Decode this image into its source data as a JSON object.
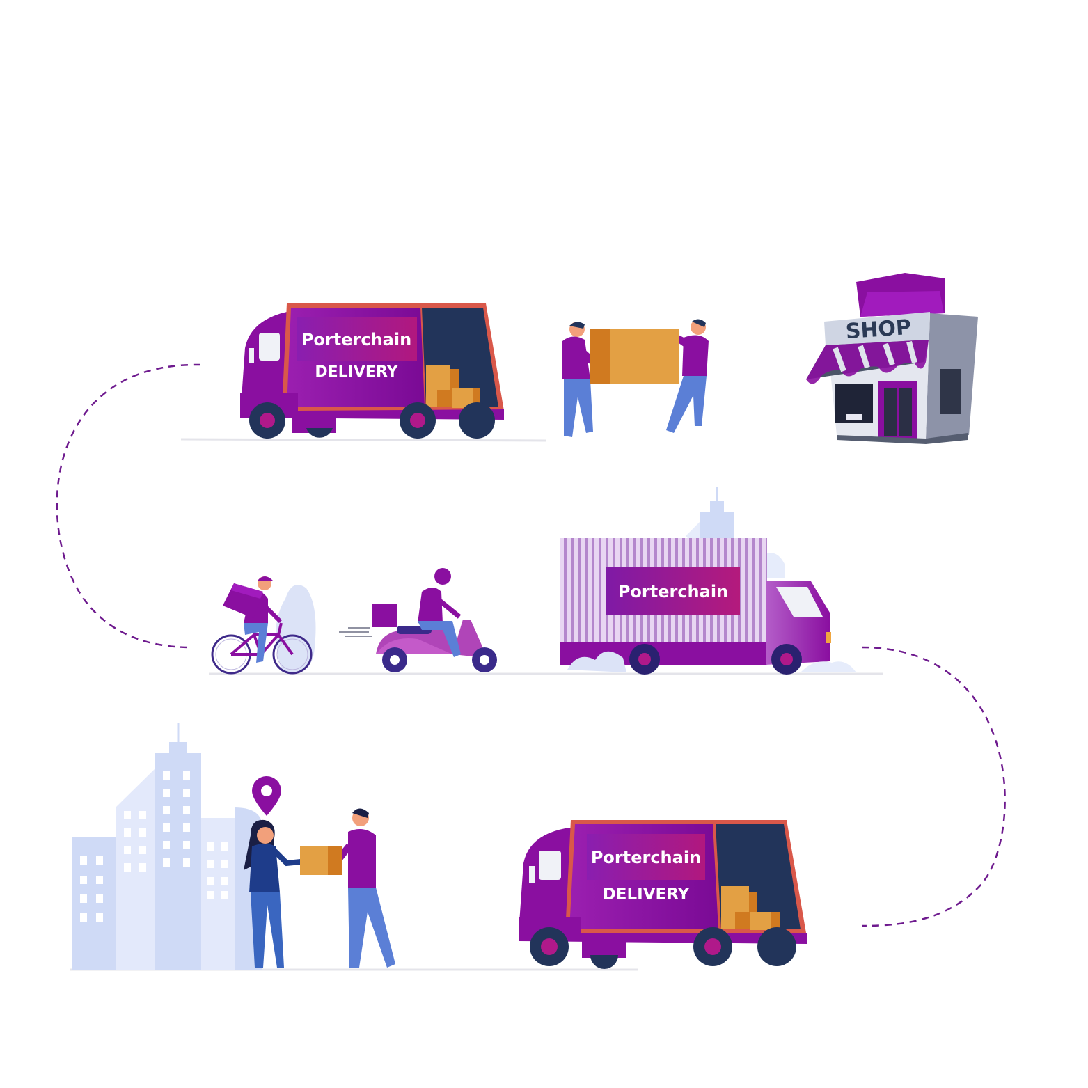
{
  "illustration": {
    "truck_top": {
      "brand": "Porterchain",
      "service": "DELIVERY"
    },
    "truck_middle": {
      "brand": "Porterchain"
    },
    "truck_bottom": {
      "brand": "Porterchain",
      "service": "DELIVERY"
    },
    "shop": {
      "sign": "SHOP"
    },
    "colors": {
      "brand_purple": "#8a0fa0",
      "deep_purple": "#5a0a8c",
      "magenta": "#b0198a",
      "truck_rim": "#d9584a",
      "cargo_dark": "#22345a",
      "box_orange": "#e3a044",
      "box_dark_orange": "#d07a20",
      "city_blue": "#cfdaf6",
      "dash_purple": "#6e1a8e"
    },
    "icons": [
      "location-pin-icon",
      "shop-building",
      "bicycle",
      "scooter",
      "delivery-truck"
    ]
  }
}
